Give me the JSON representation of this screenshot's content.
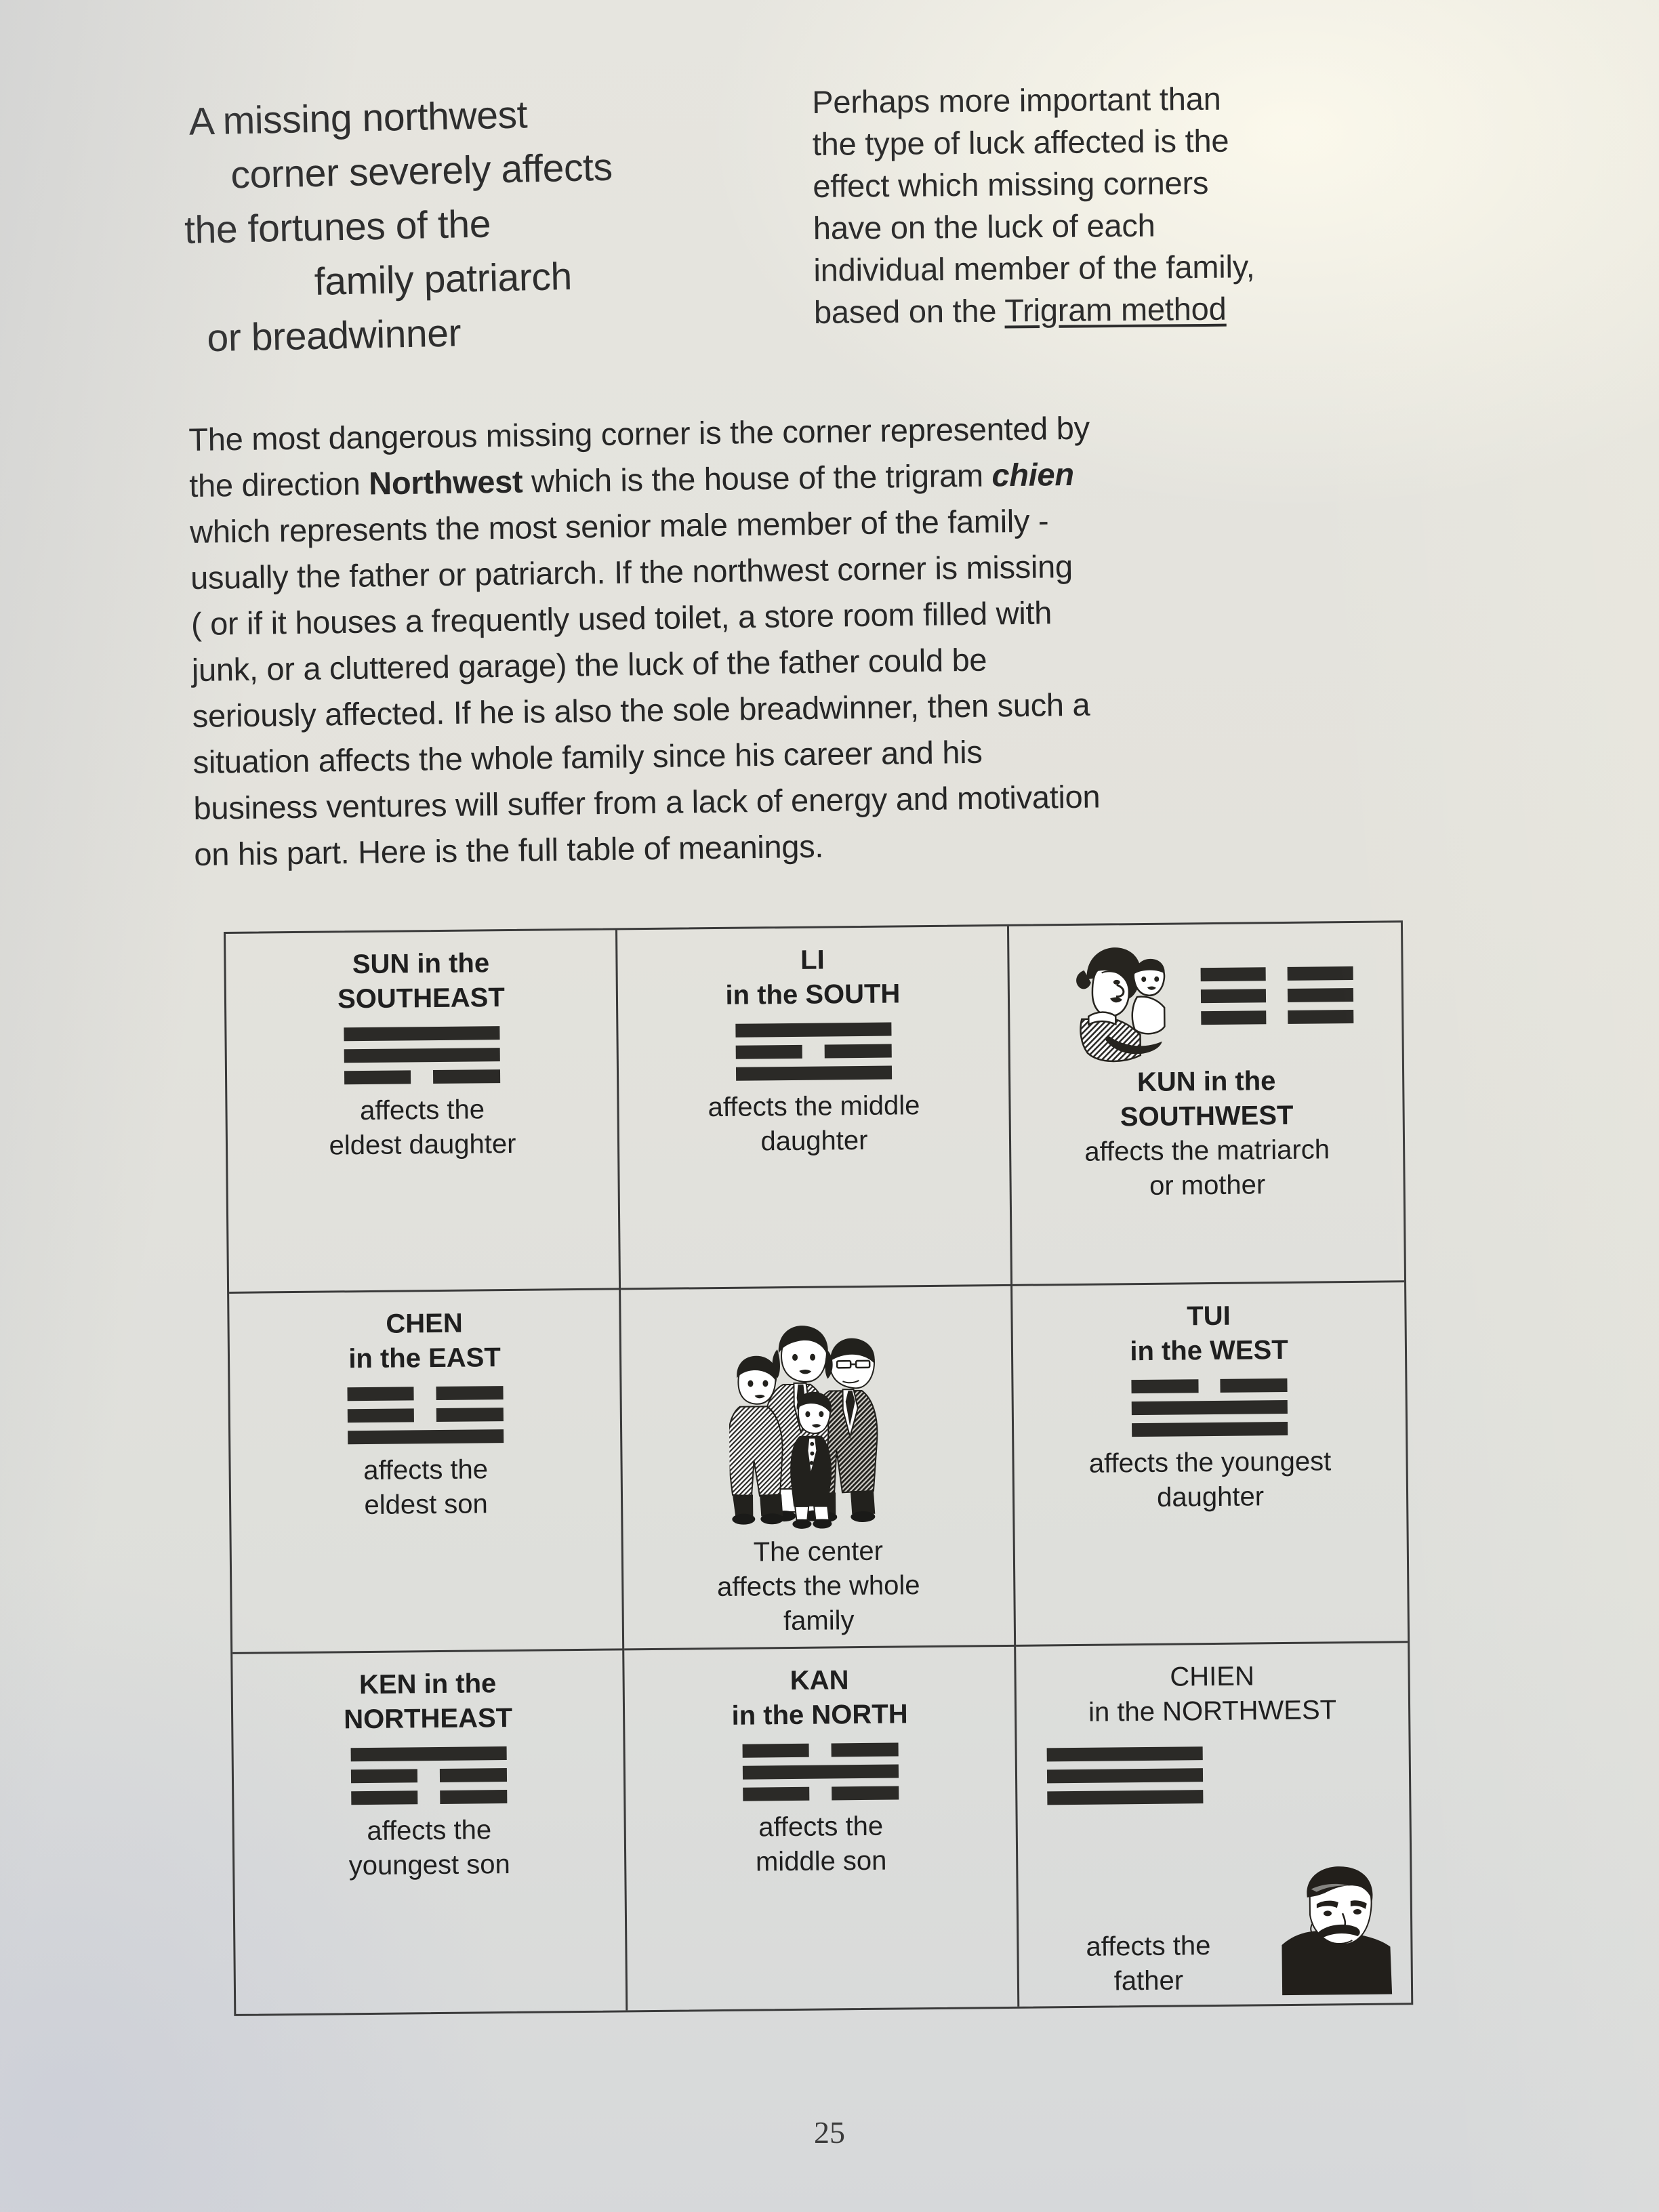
{
  "heading_left": {
    "lines": [
      "A missing northwest",
      "corner severely affects",
      "the fortunes of the",
      "family patriarch",
      "or breadwinner"
    ]
  },
  "heading_right": {
    "lines": [
      "Perhaps more important than",
      "the type of luck affected is the",
      "effect which missing corners",
      "have on the luck of each",
      "individual member of the family,"
    ],
    "last_line_prefix": "based on the ",
    "last_line_underlined": "Trigram method"
  },
  "paragraph": {
    "lines": [
      {
        "parts": [
          {
            "t": "The most dangerous missing corner is  the corner represented by",
            "s": "n"
          }
        ]
      },
      {
        "parts": [
          {
            "t": "the direction ",
            "s": "n"
          },
          {
            "t": "Northwest",
            "s": "b"
          },
          {
            "t": " which is the house of the trigram ",
            "s": "n"
          },
          {
            "t": "chien",
            "s": "i"
          }
        ]
      },
      {
        "parts": [
          {
            "t": "which represents the most senior male member of the family -",
            "s": "n"
          }
        ]
      },
      {
        "parts": [
          {
            "t": "usually the father or patriarch. If the northwest corner is missing",
            "s": "n"
          }
        ]
      },
      {
        "parts": [
          {
            "t": "( or if it houses a frequently used toilet, a store room filled with",
            "s": "n"
          }
        ]
      },
      {
        "parts": [
          {
            "t": "junk, or a cluttered garage) the luck of the father could be",
            "s": "n"
          }
        ]
      },
      {
        "parts": [
          {
            "t": "seriously affected. If he is also the sole breadwinner, then such a",
            "s": "n"
          }
        ]
      },
      {
        "parts": [
          {
            "t": "situation affects the whole family since his career and his",
            "s": "n"
          }
        ]
      },
      {
        "parts": [
          {
            "t": "business ventures will suffer from a lack of energy and motivation",
            "s": "n"
          }
        ]
      },
      {
        "parts": [
          {
            "t": "on his part. Here is the full table of meanings.",
            "s": "n"
          }
        ]
      }
    ]
  },
  "table": {
    "cells": [
      {
        "id": "sun-southeast",
        "title_lines": [
          "SUN in the",
          "SOUTHEAST"
        ],
        "title_bold": true,
        "trigram": [
          "solid",
          "solid",
          "broken"
        ],
        "desc_lines": [
          "affects the",
          "eldest daughter"
        ],
        "illustration": "none"
      },
      {
        "id": "li-south",
        "title_lines": [
          "LI",
          "in the SOUTH"
        ],
        "title_bold": true,
        "trigram": [
          "solid",
          "broken",
          "solid"
        ],
        "desc_lines": [
          "affects the middle",
          "daughter"
        ],
        "illustration": "none"
      },
      {
        "id": "kun-southwest",
        "title_lines": [
          "KUN in the",
          "SOUTHWEST"
        ],
        "title_bold": true,
        "trigram": [
          "broken",
          "broken",
          "broken"
        ],
        "desc_lines": [
          "affects the matriarch",
          "or mother"
        ],
        "illustration": "mother-and-child"
      },
      {
        "id": "chen-east",
        "title_lines": [
          "CHEN",
          "in the EAST"
        ],
        "title_bold": true,
        "trigram": [
          "broken",
          "broken",
          "solid"
        ],
        "desc_lines": [
          "affects the",
          "eldest son"
        ],
        "illustration": "none"
      },
      {
        "id": "center-family",
        "title_lines": [],
        "title_bold": false,
        "trigram": [],
        "desc_lines": [
          "The center",
          "affects the whole",
          "family"
        ],
        "illustration": "family-group"
      },
      {
        "id": "tui-west",
        "title_lines": [
          "TUI",
          "in the WEST"
        ],
        "title_bold": true,
        "trigram": [
          "broken",
          "solid",
          "solid"
        ],
        "desc_lines": [
          "affects the youngest",
          "daughter"
        ],
        "illustration": "none"
      },
      {
        "id": "ken-northeast",
        "title_lines": [
          "KEN in the",
          "NORTHEAST"
        ],
        "title_bold": true,
        "trigram": [
          "solid",
          "broken",
          "broken"
        ],
        "desc_lines": [
          "affects the",
          "youngest son"
        ],
        "illustration": "none"
      },
      {
        "id": "kan-north",
        "title_lines": [
          "KAN",
          "in the NORTH"
        ],
        "title_bold": true,
        "trigram": [
          "broken",
          "solid",
          "broken"
        ],
        "desc_lines": [
          "affects the",
          "middle son"
        ],
        "illustration": "none"
      },
      {
        "id": "chien-northwest",
        "title_lines": [
          "CHIEN",
          "in the NORTHWEST"
        ],
        "title_bold": false,
        "trigram": [
          "solid",
          "solid",
          "solid"
        ],
        "desc_lines": [
          "affects the",
          "father"
        ],
        "illustration": "father-portrait"
      }
    ]
  },
  "page_number": "25",
  "colors": {
    "paper": "#e4e3dd",
    "ink": "#262626",
    "rule": "#3a3a3a",
    "trigram": "#2b2a27"
  }
}
